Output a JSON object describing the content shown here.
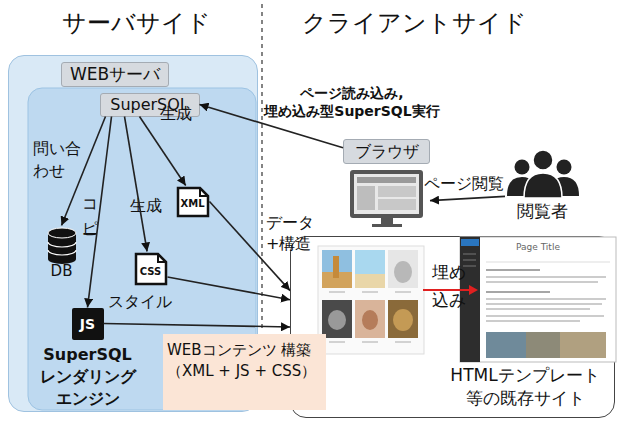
{
  "diagram": {
    "nodes": [
      {
        "text": [
          "WEBサーバ"
        ]
      },
      {
        "text": [
          "SuperSQL"
        ],
        "in": 0
      },
      {
        "text": [
          "DB"
        ],
        "in": 0
      },
      {
        "text": [
          "XML"
        ],
        "in": 0
      },
      {
        "text": [
          "CSS"
        ],
        "in": 0
      },
      {
        "text": [
          "JS",
          "SuperSQL レンダリング エンジン"
        ],
        "in": 0
      },
      {
        "text": [
          "WEBコンテンツ 構築 （XML + JS + CSS）"
        ]
      },
      {
        "text": [
          "ブラウザ"
        ]
      },
      {
        "text": [
          "閲覧者"
        ]
      },
      {
        "text": [
          "HTMLテンプレート 等の既存サイト"
        ]
      }
    ],
    "edges": [
      {
        "from": 1,
        "to": 2,
        "arrow": "to",
        "label": "問い合わせ"
      },
      {
        "from": 1,
        "to": 5,
        "arrow": "to",
        "label": "コピー"
      },
      {
        "from": 1,
        "to": 4,
        "arrow": "to",
        "label": "生成"
      },
      {
        "from": 1,
        "to": 3,
        "arrow": "to",
        "label": "生成"
      },
      {
        "from": 7,
        "to": 1,
        "arrow": "to",
        "label": "ページ読み込み, 埋め込み型SuperSQL実行"
      },
      {
        "from": 8,
        "to": 7,
        "arrow": "to",
        "label": "ページ閲覧"
      },
      {
        "from": 3,
        "to": 9,
        "arrow": "to",
        "label": "データ +構造"
      },
      {
        "from": 4,
        "to": 9,
        "arrow": "to",
        "label": "スタイル"
      },
      {
        "from": 5,
        "to": 9,
        "arrow": "to"
      }
    ],
    "labels": [
      "サーバサイド",
      "クライアントサイド",
      "埋め込み",
      "Page Title"
    ]
  }
}
